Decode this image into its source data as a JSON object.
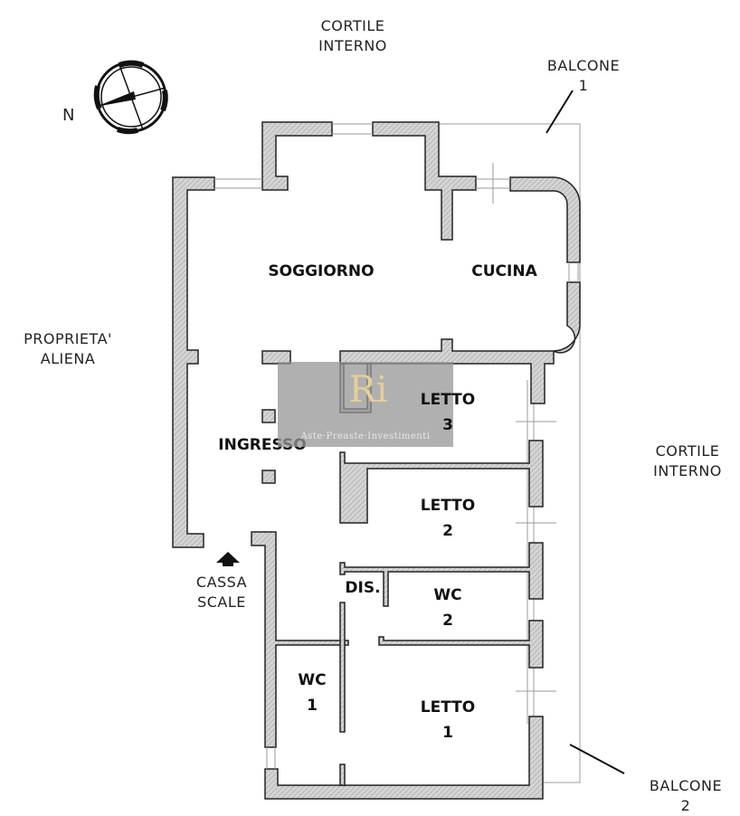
{
  "plan": {
    "compass_label": "N",
    "outside_labels": [
      {
        "id": "cortile-top",
        "lines": [
          "CORTILE",
          "INTERNO"
        ]
      },
      {
        "id": "balcone-1",
        "lines": [
          "BALCONE",
          "1"
        ]
      },
      {
        "id": "proprieta",
        "lines": [
          "PROPRIETA'",
          "ALIENA"
        ]
      },
      {
        "id": "cortile-right",
        "lines": [
          "CORTILE",
          "INTERNO"
        ]
      },
      {
        "id": "cassa-scale",
        "lines": [
          "CASSA",
          "SCALE"
        ]
      },
      {
        "id": "balcone-2",
        "lines": [
          "BALCONE",
          "2"
        ]
      }
    ],
    "rooms": [
      {
        "id": "soggiorno",
        "lines": [
          "SOGGIORNO"
        ]
      },
      {
        "id": "cucina",
        "lines": [
          "CUCINA"
        ]
      },
      {
        "id": "ingresso",
        "lines": [
          "INGRESSO"
        ]
      },
      {
        "id": "letto-3",
        "lines": [
          "LETTO",
          "3"
        ]
      },
      {
        "id": "letto-2",
        "lines": [
          "LETTO",
          "2"
        ]
      },
      {
        "id": "dis",
        "lines": [
          "DIS."
        ]
      },
      {
        "id": "wc-2",
        "lines": [
          "WC",
          "2"
        ]
      },
      {
        "id": "wc-1",
        "lines": [
          "WC",
          "1"
        ]
      },
      {
        "id": "letto-1",
        "lines": [
          "LETTO",
          "1"
        ]
      }
    ],
    "watermark": {
      "monogram": "Ri",
      "text": "Aste·Preaste·Investimenti"
    },
    "colors": {
      "wall_fill": "#cfcfcf",
      "wall_stroke": "#222222",
      "balcony_line": "#bdbdbd"
    }
  }
}
